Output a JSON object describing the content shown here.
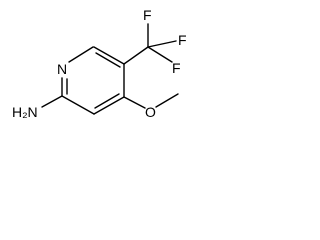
{
  "molecule": {
    "atoms": {
      "ring_nitrogen": "N",
      "fluorine_top": "F",
      "fluorine_right_upper": "F",
      "fluorine_right_lower": "F",
      "amine_label": "H₂N",
      "oxygen": "O"
    }
  }
}
